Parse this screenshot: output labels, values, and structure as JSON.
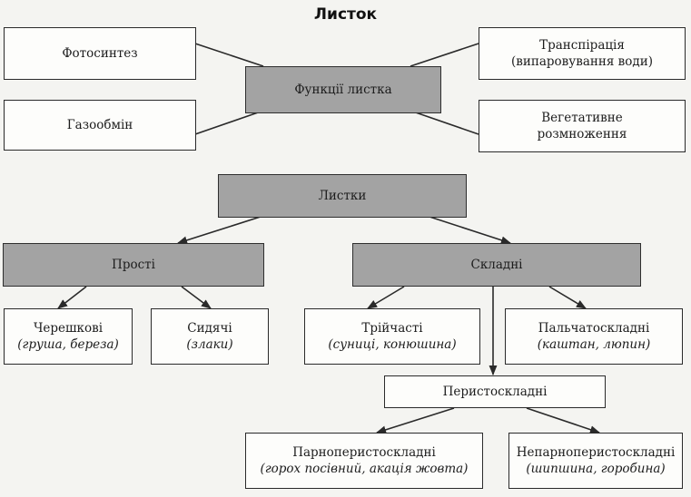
{
  "title": "Листок",
  "functions": {
    "center": "Функції листка",
    "photosynthesis": "Фотосинтез",
    "gas_exchange": "Газообмін",
    "transpiration": "Транспірація",
    "transpiration_note": "(випаровування води)",
    "vegetative_line1": "Вегетативне",
    "vegetative_line2": "розмноження"
  },
  "leaves": {
    "root": "Листки",
    "simple": {
      "label": "Прості",
      "petiolate": {
        "name": "Черешкові",
        "examples": "(груша, береза)"
      },
      "sessile": {
        "name": "Сидячі",
        "examples": "(злаки)"
      }
    },
    "compound": {
      "label": "Складні",
      "trifoliate": {
        "name": "Трійчасті",
        "examples": "(суниці, конюшина)"
      },
      "palmate": {
        "name": "Пальчатоскладні",
        "examples": "(каштан, люпин)"
      },
      "pinnate": {
        "label": "Перистоскладні",
        "paripinnate": {
          "name": "Парноперистоскладні",
          "examples": "(горох посівний, акація жовта)"
        },
        "imparipinnate": {
          "name": "Непарноперистоскладні",
          "examples": "(шипшина, горобина)"
        }
      }
    }
  }
}
